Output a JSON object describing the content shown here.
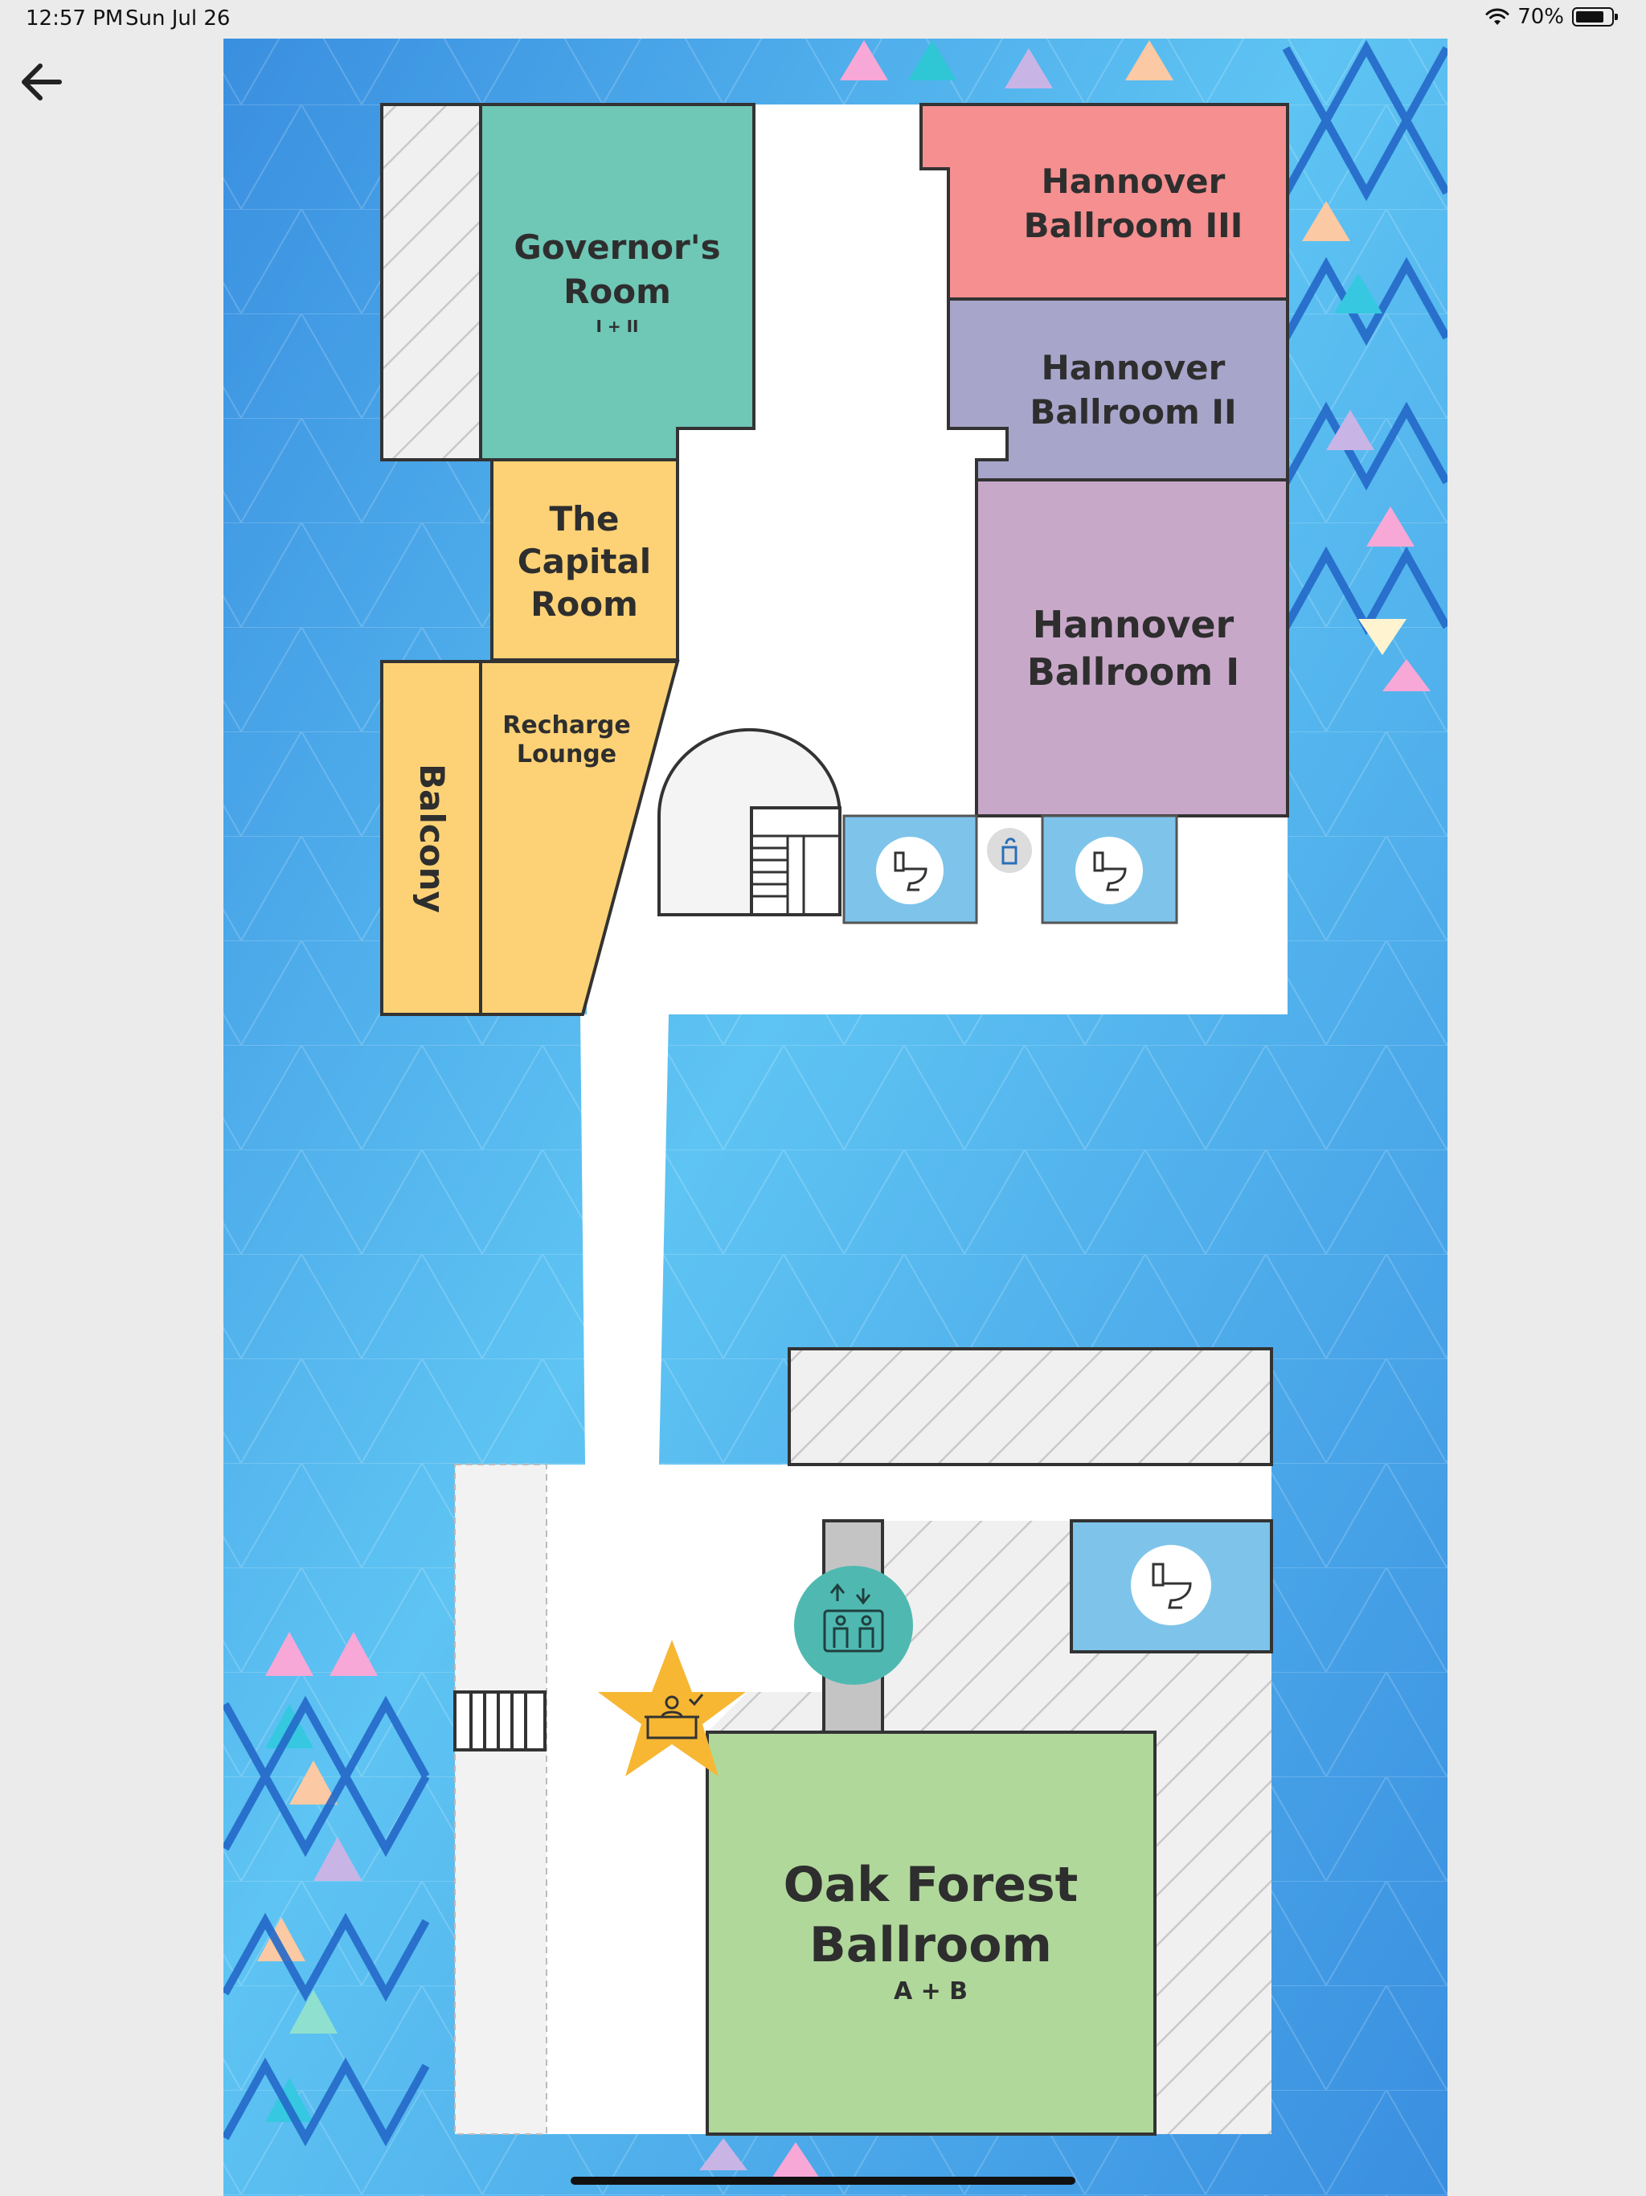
{
  "status_bar": {
    "time": "12:57 PM",
    "date": "Sun Jul 26",
    "battery": "70%",
    "battery_level": 0.7
  },
  "nav": {
    "back_icon": "arrow-left-icon"
  },
  "map": {
    "rooms": {
      "governors_room": {
        "line1": "Governor's",
        "line2": "Room",
        "sub": "I + II",
        "color": "#6fc7b6"
      },
      "capital_room": {
        "line1": "The",
        "line2": "Capital",
        "line3": "Room",
        "color": "#fdd276"
      },
      "recharge_lounge": {
        "line1": "Recharge",
        "line2": "Lounge",
        "color": "#fdd276"
      },
      "balcony": {
        "label": "Balcony",
        "color": "#fdd276"
      },
      "hannover_3": {
        "line1": "Hannover",
        "line2": "Ballroom III",
        "color": "#f58f90"
      },
      "hannover_2": {
        "line1": "Hannover",
        "line2": "Ballroom II",
        "color": "#a8a5cb"
      },
      "hannover_1": {
        "line1": "Hannover",
        "line2": "Ballroom I",
        "color": "#c8a8c9"
      },
      "oak_forest": {
        "line1": "Oak Forest",
        "line2": "Ballroom",
        "sub": "A + B",
        "color": "#b0d89b"
      }
    },
    "icons": {
      "restroom": "toilet-icon",
      "water_fountain": "water-fountain-icon",
      "elevator": "elevator-icon",
      "registration": "registration-desk-icon",
      "stairs": "stairs-icon"
    },
    "colors": {
      "background": "#3d9be6",
      "corridor": "#ffffff",
      "restroom_block": "#7ec4ea",
      "elevator_badge": "#4fb9b1",
      "registration_star": "#f7b733"
    }
  }
}
